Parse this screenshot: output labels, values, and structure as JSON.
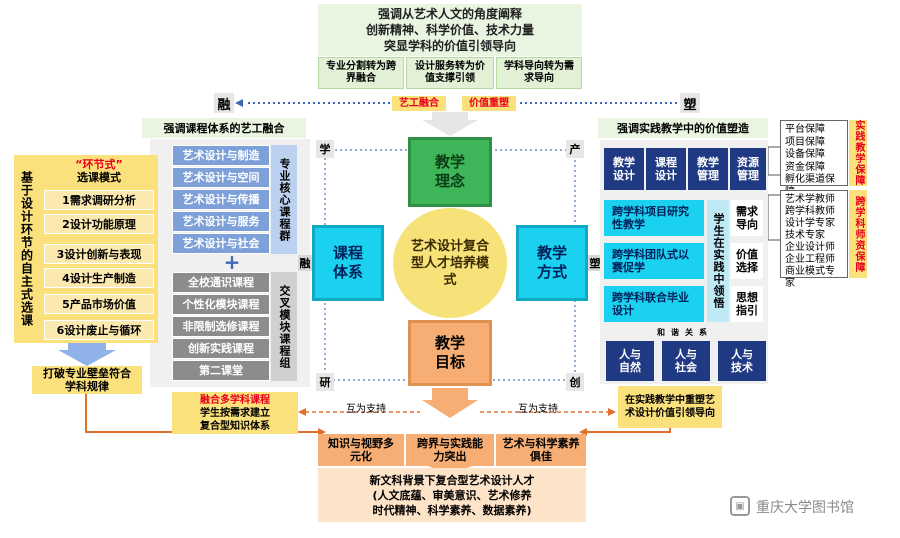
{
  "top": {
    "header": [
      "强调从艺术人文的角度阐释",
      "创新精神、科学价值、技术力量",
      "突显学科的价值引领导向"
    ],
    "turns": [
      "专业分割转为跨界融合",
      "设计服务转为价值支撑引领",
      "学科导向转为需求导向"
    ],
    "tag_left": "艺工融合",
    "tag_right": "价值重塑"
  },
  "corners": {
    "rong_left": "融",
    "su_right": "塑",
    "xue": "学",
    "chan": "产",
    "yan": "研",
    "chuang": "创",
    "rong_mid": "融",
    "su_mid": "塑"
  },
  "left": {
    "header": "强调课程体系的艺工融合",
    "vertical_title": "基于设计环节的自主式选课",
    "mode_title_1": "“环节式”",
    "mode_title_2": "选课模式",
    "steps": [
      "1需求调研分析",
      "2设计功能原理",
      "3设计创新与表现",
      "4设计生产制造",
      "5产品市场价值",
      "6设计废止与循环"
    ],
    "bottom_note": "打破专业壁垒符合学科规律",
    "core_courses": [
      "艺术设计与制造",
      "艺术设计与空间",
      "艺术设计与传播",
      "艺术设计与服务",
      "艺术设计与社会"
    ],
    "core_group": "专业核心课程群",
    "cross_courses": [
      "全校通识课程",
      "个性化模块课程",
      "非限制选修课程",
      "创新实践课程",
      "第二课堂"
    ],
    "cross_group": "交叉模块课程组",
    "plus": "+"
  },
  "center": {
    "top": "教学理念",
    "left": "课程体系",
    "right": "教学方式",
    "bottom": "教学目标",
    "core": "艺术设计复合型人才培养模式"
  },
  "right": {
    "header": "强调实践教学中的价值塑造",
    "top_items": [
      "教学设计",
      "课程设计",
      "教学管理",
      "资源管理"
    ],
    "guarantees": [
      "平台保障",
      "项目保障",
      "设备保障",
      "资金保障",
      "孵化渠道保障"
    ],
    "guarantee_label": "实践教学保障",
    "teachers": [
      "艺术学教师",
      "跨学科教师",
      "设计学专家",
      "技术专家",
      "企业设计师",
      "企业工程师",
      "商业模式专家"
    ],
    "teacher_label": "跨学科师资保障",
    "methods": [
      "跨学科项目研究性教学",
      "跨学科团队式以赛促学",
      "跨学科联合毕业设计"
    ],
    "student_lead": "学生在实践中领悟",
    "guides": [
      "需求导向",
      "价值选择",
      "思想指引"
    ],
    "harmony_title": "和谐关系",
    "harmony": [
      "人与自然",
      "人与社会",
      "人与技术"
    ],
    "bottom_note": "在实践教学中重塑艺术设计价值引领导向"
  },
  "bottom": {
    "left_note_1": "融合多学科课程",
    "left_note_2": "学生按需求建立",
    "left_note_3": "复合型知识体系",
    "support_left": "互为支持",
    "support_right": "互为支持",
    "goals": [
      "知识与视野多元化",
      "跨界与实践能力突出",
      "艺术与科学素养俱佳"
    ],
    "final": [
      "新文科背景下复合型艺术设计人才",
      "(人文底蕴、审美意识、艺术修养",
      "时代精神、科学素养、数据素养)"
    ]
  },
  "watermark": "重庆大学图书馆",
  "colors": {
    "accent_red": "#e8001c",
    "cyan": "#1ad1f0",
    "navy": "#1f3a82",
    "orange": "#f6ae74",
    "yellow": "#fbe17c"
  }
}
